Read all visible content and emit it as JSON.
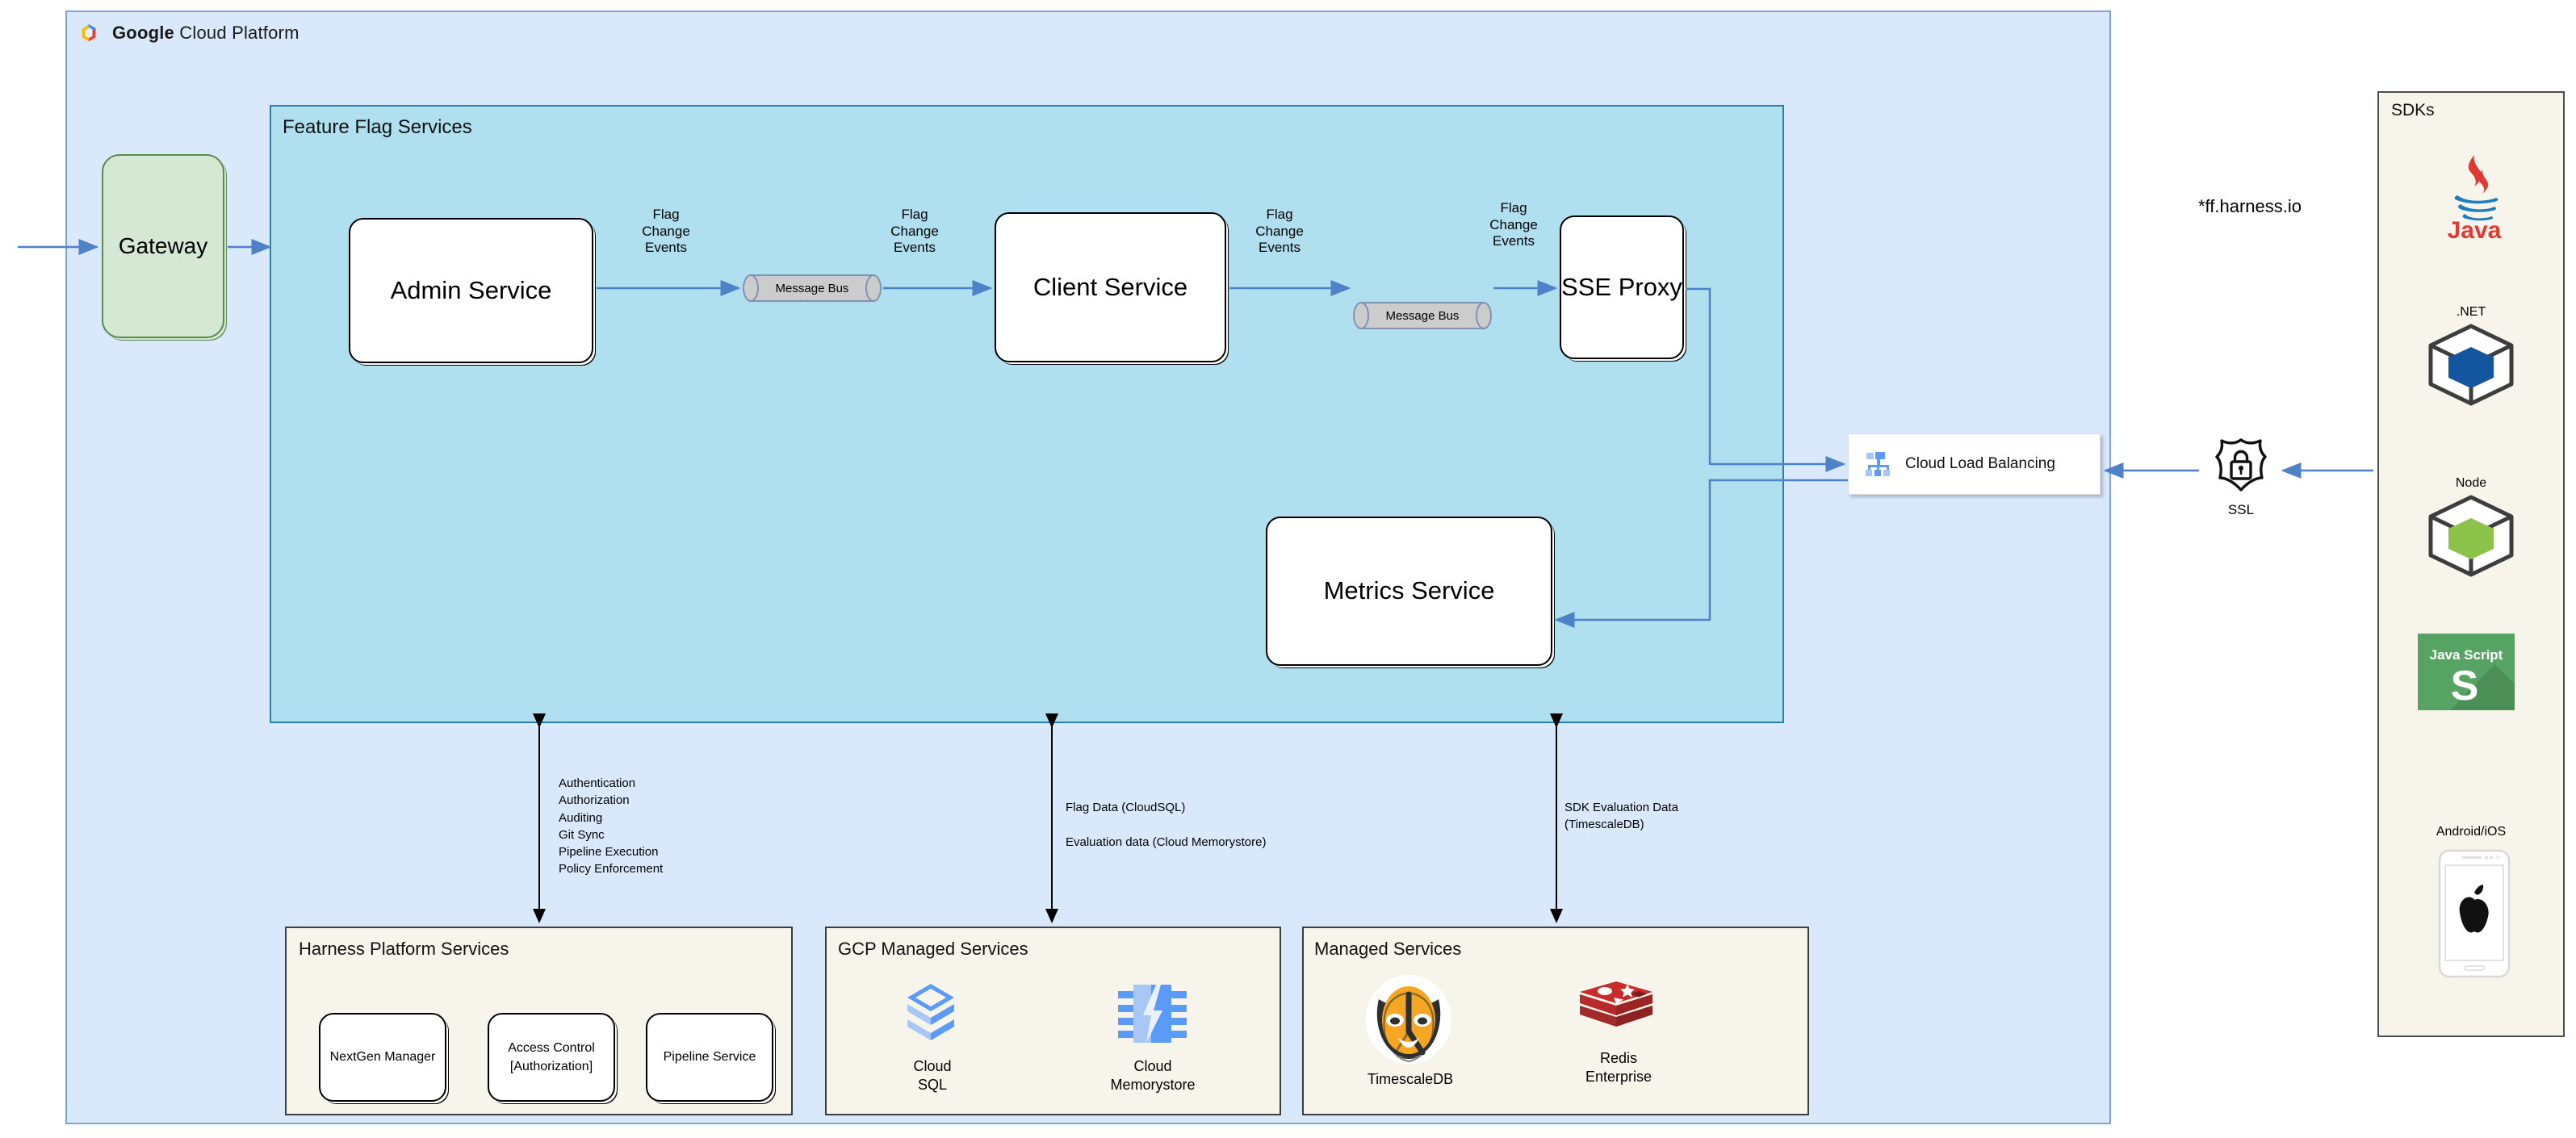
{
  "cloud": {
    "title_strong": "Google",
    "title_rest": " Cloud Platform",
    "logo_icon": "google-cloud-logo"
  },
  "gateway": {
    "label": "Gateway"
  },
  "feature_flag_services": {
    "title": "Feature Flag Services",
    "services": [
      {
        "id": "admin-service",
        "label": "Admin Service"
      },
      {
        "id": "client-service",
        "label": "Client Service"
      },
      {
        "id": "sse-proxy",
        "label": "SSE\nProxy"
      },
      {
        "id": "metrics-service",
        "label": "Metrics Service"
      }
    ],
    "message_buses": [
      {
        "id": "message-bus-1",
        "label": "Message Bus"
      },
      {
        "id": "message-bus-2",
        "label": "Message Bus"
      }
    ],
    "edge_labels": [
      {
        "id": "admin-to-bus1",
        "text": "Flag\nChange\nEvents"
      },
      {
        "id": "bus1-to-client",
        "text": "Flag\nChange\nEvents"
      },
      {
        "id": "client-to-bus2",
        "text": "Flag\nChange\nEvents"
      },
      {
        "id": "bus2-to-sse",
        "text": "Flag\nChange\nEvents"
      }
    ]
  },
  "load_balancer": {
    "label": "Cloud Load Balancing",
    "icon": "cloud-load-balancing-icon"
  },
  "ingress": {
    "domain": "*ff.harness.io",
    "ssl_caption": "SSL",
    "ssl_icon": "ssl-shield-lock-icon"
  },
  "annotations": [
    {
      "id": "harness-platform-annotation",
      "text": "Authentication\nAuthorization\nAuditing\nGit Sync\nPipeline Execution\nPolicy Enforcement"
    },
    {
      "id": "gcp-data-annotation",
      "text": "Flag Data (CloudSQL)\n\nEvaluation data (Cloud Memorystore)"
    },
    {
      "id": "managed-data-annotation",
      "text": "SDK Evaluation Data\n(TimescaleDB)"
    }
  ],
  "bottom_sections": [
    {
      "id": "harness-platform-services",
      "title": "Harness Platform Services",
      "items": [
        {
          "id": "nextgen-manager",
          "label": "NextGen Manager"
        },
        {
          "id": "access-control",
          "label": "Access Control\n[Authorization]"
        },
        {
          "id": "pipeline-service",
          "label": "Pipeline Service"
        }
      ]
    },
    {
      "id": "gcp-managed-services",
      "title": "GCP Managed Services",
      "items": [
        {
          "id": "cloud-sql",
          "label": "Cloud\nSQL",
          "icon": "cloud-sql-icon"
        },
        {
          "id": "cloud-memorystore",
          "label": "Cloud\nMemorystore",
          "icon": "cloud-memorystore-icon"
        }
      ]
    },
    {
      "id": "managed-services",
      "title": "Managed Services",
      "items": [
        {
          "id": "timescaledb",
          "label": "TimescaleDB",
          "icon": "timescaledb-tiger-icon"
        },
        {
          "id": "redis-enterprise",
          "label": "Redis\nEnterprise",
          "icon": "redis-icon"
        }
      ]
    }
  ],
  "sdks": {
    "title": "SDKs",
    "items": [
      {
        "id": "java-sdk",
        "label": "",
        "icon": "java-logo-icon"
      },
      {
        "id": "dotnet-sdk",
        "label": ".NET",
        "icon": "dotnet-cube-icon"
      },
      {
        "id": "node-sdk",
        "label": "Node",
        "icon": "node-cube-icon"
      },
      {
        "id": "javascript-sdk",
        "label": "",
        "icon": "javascript-logo-icon"
      },
      {
        "id": "mobile-sdk",
        "label": "Android/iOS",
        "icon": "mobile-phone-apple-icon"
      }
    ]
  },
  "colors": {
    "gcp_panel_fill": "#dae8fc",
    "gcp_panel_stroke": "#7da3d8",
    "ffs_panel_fill": "#b0dff0",
    "ffs_panel_stroke": "#2a7fa8",
    "beige_fill": "#f7f4ec",
    "gateway_fill": "#d5e8d4",
    "arrow_blue": "#4d82c9",
    "arrow_black": "#000000"
  }
}
